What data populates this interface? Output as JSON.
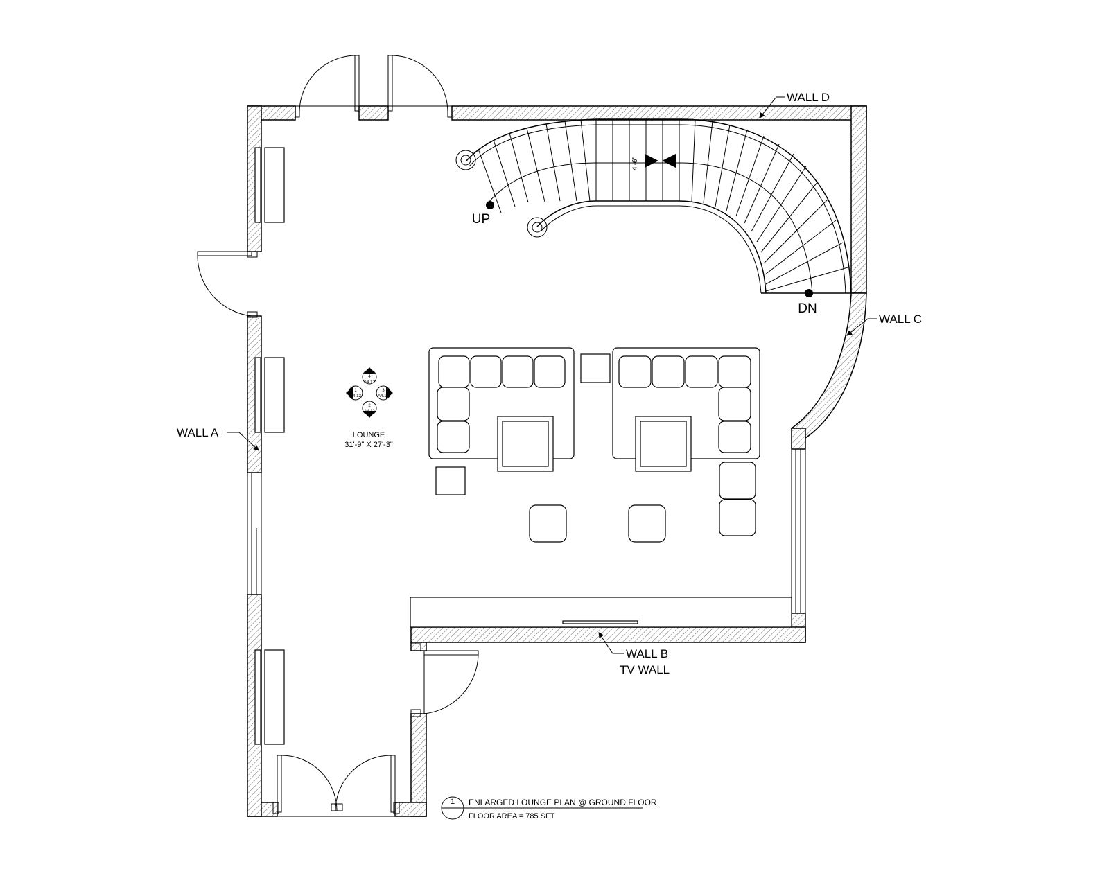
{
  "wall_labels": {
    "wall_a": "WALL A",
    "wall_b": "WALL B",
    "wall_b_sub": "TV WALL",
    "wall_c": "WALL C",
    "wall_d": "WALL D"
  },
  "room": {
    "name": "LOUNGE",
    "size": "31'-9\" X 27'-3\""
  },
  "stair": {
    "up": "UP",
    "down": "DN",
    "width_dim": "4'-6\""
  },
  "elevation_marker": {
    "top_num": "4",
    "top_ref": "A4.12",
    "left_num": "1",
    "left_ref": "A4.12",
    "right_num": "3",
    "right_ref": "A4.12",
    "bottom_num": "2",
    "bottom_ref": "A4.12"
  },
  "title_block": {
    "number": "1",
    "title": "ENLARGED LOUNGE PLAN @ GROUND FLOOR",
    "subtitle": "FLOOR AREA = 785 SFT"
  }
}
